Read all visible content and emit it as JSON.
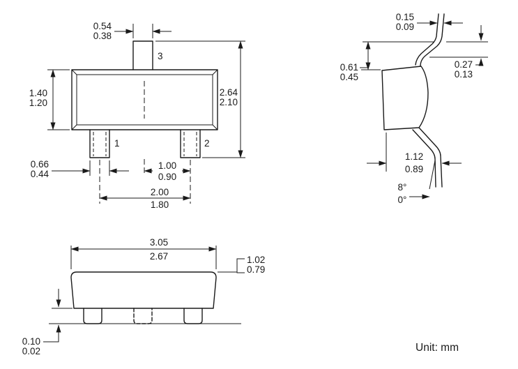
{
  "colors": {
    "ink": "#1a1a1a",
    "background": "#ffffff"
  },
  "unit_label": "Unit: mm",
  "front_view": {
    "pin1": "1",
    "pin2": "2",
    "pin3": "3",
    "tab_width": {
      "max": "0.54",
      "min": "0.38"
    },
    "body_height": {
      "max": "1.40",
      "min": "1.20"
    },
    "overall_span": {
      "max": "2.64",
      "min": "2.10"
    },
    "lead_width": {
      "max": "0.66",
      "min": "0.44"
    },
    "lead_pitch": {
      "max": "1.00",
      "min": "0.90"
    },
    "lead_span": {
      "max": "2.00",
      "min": "1.80"
    }
  },
  "side_view": {
    "lead_thickness": {
      "max": "0.15",
      "min": "0.09"
    },
    "foot_length": {
      "max": "0.27",
      "min": "0.13"
    },
    "shoulder": {
      "max": "0.61",
      "min": "0.45"
    },
    "height": {
      "max": "1.12",
      "min": "0.89"
    },
    "lead_angle": {
      "max": "8°",
      "min": "0°"
    }
  },
  "bottom_view": {
    "body_length": {
      "max": "3.05",
      "min": "2.67"
    },
    "body_thickness": {
      "max": "1.02",
      "min": "0.79"
    },
    "standoff": {
      "max": "0.10",
      "min": "0.02"
    }
  }
}
